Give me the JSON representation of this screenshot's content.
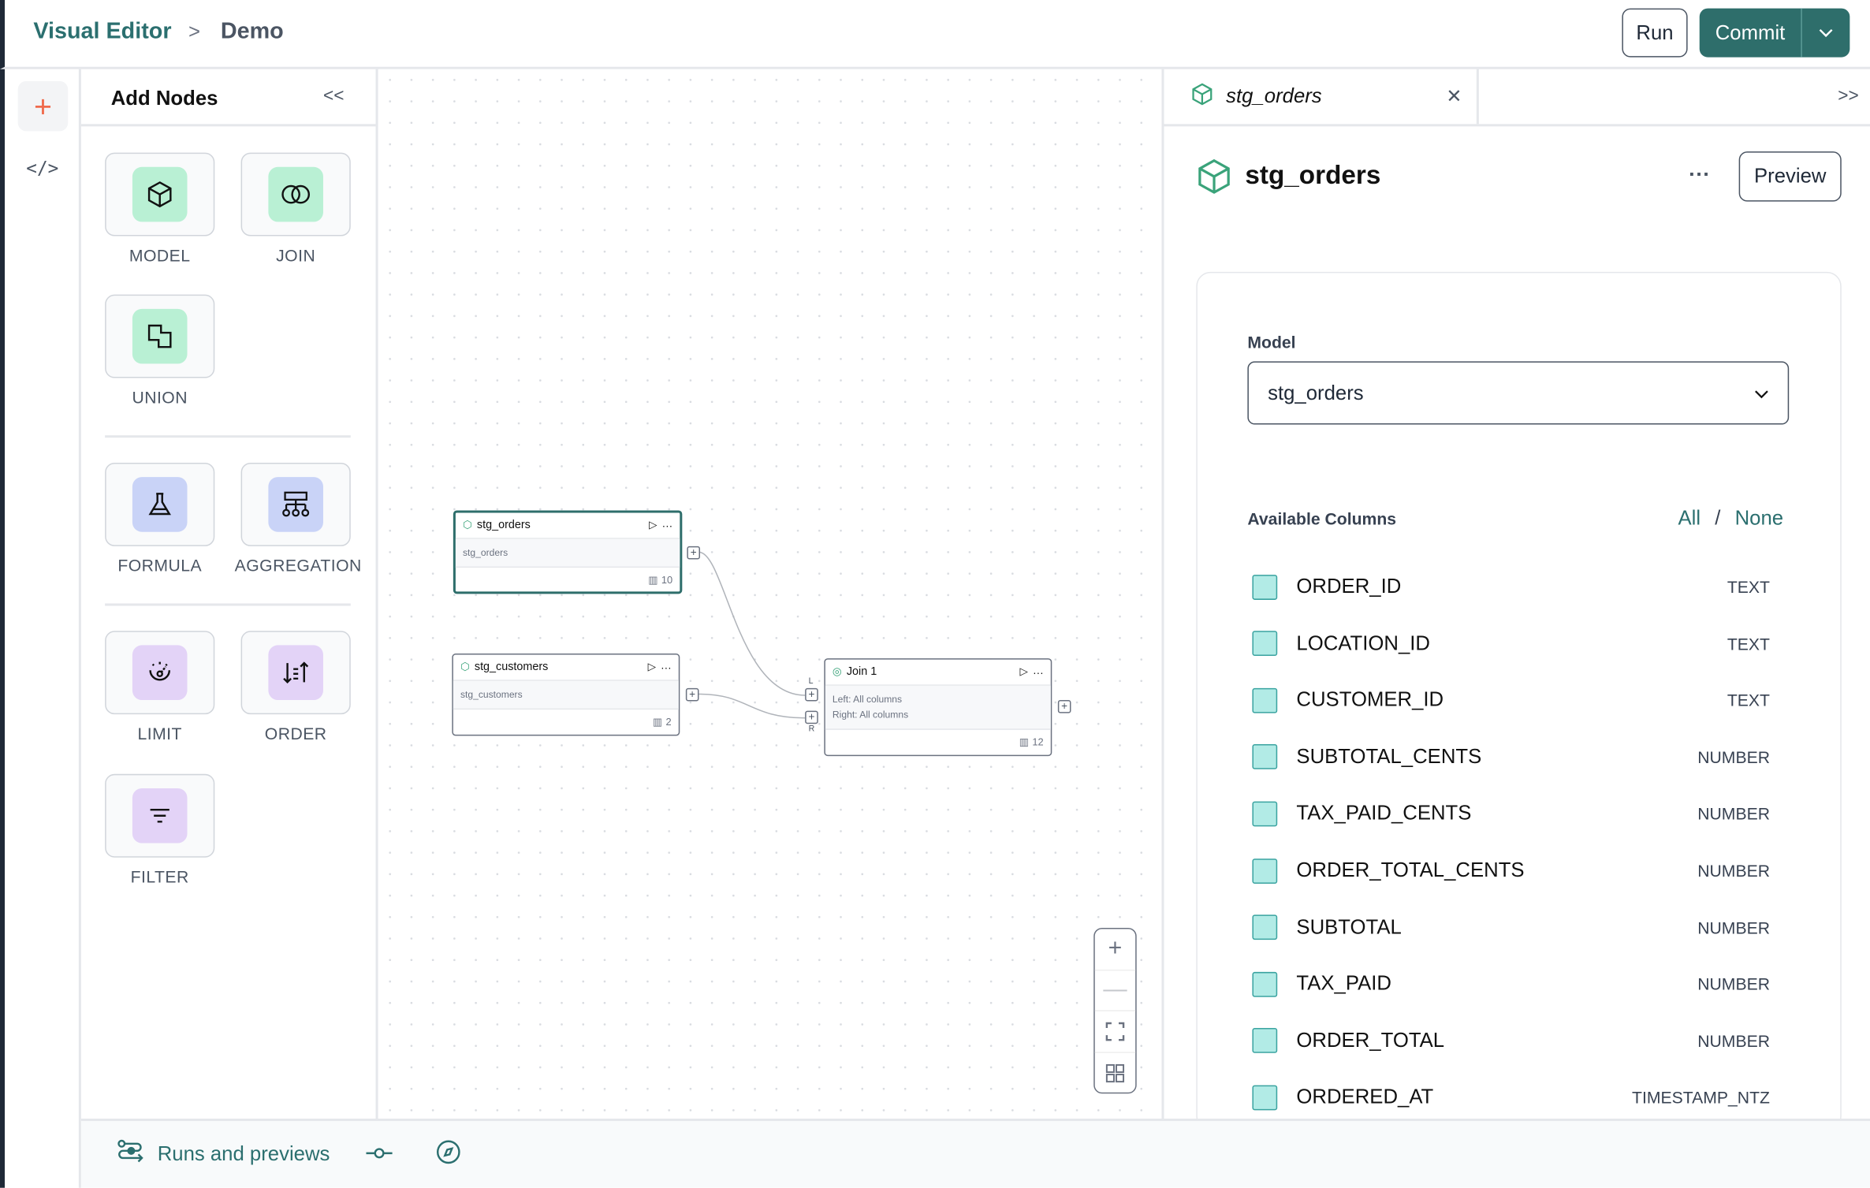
{
  "header": {
    "breadcrumb_root": "Visual Editor",
    "breadcrumb_sep": ">",
    "breadcrumb_current": "Demo",
    "run_label": "Run",
    "commit_label": "Commit"
  },
  "rail": {
    "add_icon": "plus-icon",
    "code_label": "</>"
  },
  "add_nodes": {
    "title": "Add Nodes",
    "collapse": "<<",
    "groups": [
      [
        {
          "label": "MODEL",
          "icon": "cube-icon",
          "color": "#b9f0d4"
        },
        {
          "label": "JOIN",
          "icon": "join-icon",
          "color": "#b9f0d4"
        },
        {
          "label": "UNION",
          "icon": "union-icon",
          "color": "#b9f0d4"
        }
      ],
      [
        {
          "label": "FORMULA",
          "icon": "flask-icon",
          "color": "#c9d3f7"
        },
        {
          "label": "AGGREGATION",
          "icon": "aggregation-icon",
          "color": "#c9d3f7"
        }
      ],
      [
        {
          "label": "LIMIT",
          "icon": "gauge-icon",
          "color": "#e3d3f7"
        },
        {
          "label": "ORDER",
          "icon": "sort-icon",
          "color": "#e3d3f7"
        },
        {
          "label": "FILTER",
          "icon": "filter-icon",
          "color": "#e3d3f7"
        }
      ]
    ]
  },
  "canvas": {
    "nodes": [
      {
        "title": "stg_orders",
        "body": "stg_orders",
        "columns": "10",
        "selected": true
      },
      {
        "title": "stg_customers",
        "body": "stg_customers",
        "columns": "2"
      },
      {
        "title": "Join 1",
        "body_left": "Left: All columns",
        "body_right": "Right: All columns",
        "columns": "12",
        "port_l": "L",
        "port_r": "R"
      }
    ]
  },
  "right_panel": {
    "tab_label": "stg_orders",
    "expand": ">>",
    "title": "stg_orders",
    "more": "···",
    "preview_label": "Preview",
    "model_label": "Model",
    "model_value": "stg_orders",
    "available_label": "Available Columns",
    "all": "All",
    "slash": "/",
    "none": "None",
    "columns": [
      {
        "name": "ORDER_ID",
        "type": "TEXT"
      },
      {
        "name": "LOCATION_ID",
        "type": "TEXT"
      },
      {
        "name": "CUSTOMER_ID",
        "type": "TEXT"
      },
      {
        "name": "SUBTOTAL_CENTS",
        "type": "NUMBER"
      },
      {
        "name": "TAX_PAID_CENTS",
        "type": "NUMBER"
      },
      {
        "name": "ORDER_TOTAL_CENTS",
        "type": "NUMBER"
      },
      {
        "name": "SUBTOTAL",
        "type": "NUMBER"
      },
      {
        "name": "TAX_PAID",
        "type": "NUMBER"
      },
      {
        "name": "ORDER_TOTAL",
        "type": "NUMBER"
      },
      {
        "name": "ORDERED_AT",
        "type": "TIMESTAMP_NTZ"
      }
    ]
  },
  "bottom": {
    "runs_label": "Runs and previews"
  },
  "colors": {
    "brand": "#2b6f6f",
    "commit": "#2e6e6b",
    "accent_plus": "#ef6a4c",
    "checkbox": "#b2ebe6"
  }
}
